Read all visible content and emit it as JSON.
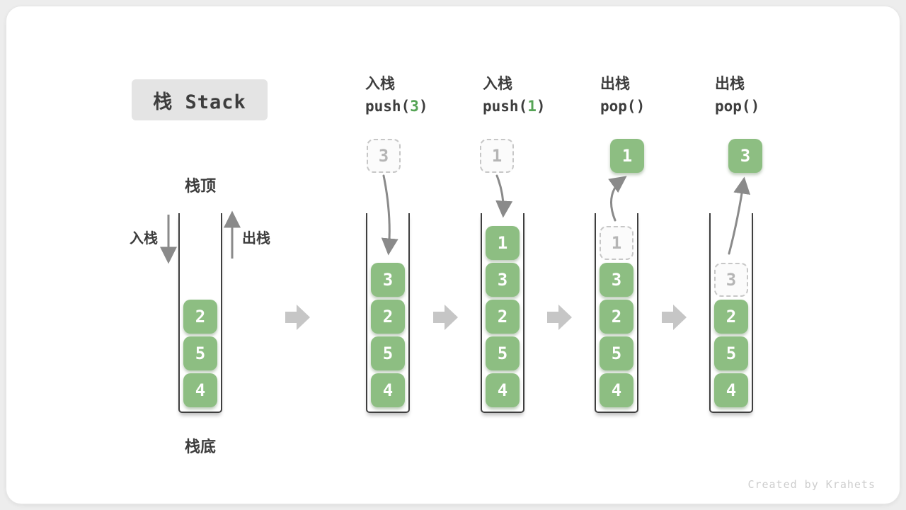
{
  "title": "栈 Stack",
  "labels": {
    "stack_top": "栈顶",
    "stack_bottom": "栈底",
    "push_side": "入栈",
    "pop_side": "出栈"
  },
  "operations": [
    {
      "name": "入栈",
      "code_pre": "push(",
      "code_arg": "3",
      "code_post": ")"
    },
    {
      "name": "入栈",
      "code_pre": "push(",
      "code_arg": "1",
      "code_post": ")"
    },
    {
      "name": "出栈",
      "code_pre": "pop()",
      "code_arg": "",
      "code_post": ""
    },
    {
      "name": "出栈",
      "code_pre": "pop()",
      "code_arg": "",
      "code_post": ""
    }
  ],
  "stacks": [
    {
      "name": "stack-initial",
      "float": null,
      "cells": [
        {
          "v": "2",
          "slot": 2,
          "dashed": false
        },
        {
          "v": "5",
          "slot": 3,
          "dashed": false
        },
        {
          "v": "4",
          "slot": 4,
          "dashed": false
        }
      ]
    },
    {
      "name": "stack-after-push-3",
      "float": {
        "v": "3",
        "dashed": true
      },
      "cells": [
        {
          "v": "3",
          "slot": 1,
          "dashed": false
        },
        {
          "v": "2",
          "slot": 2,
          "dashed": false
        },
        {
          "v": "5",
          "slot": 3,
          "dashed": false
        },
        {
          "v": "4",
          "slot": 4,
          "dashed": false
        }
      ]
    },
    {
      "name": "stack-after-push-1",
      "float": {
        "v": "1",
        "dashed": true
      },
      "cells": [
        {
          "v": "1",
          "slot": 0,
          "dashed": false
        },
        {
          "v": "3",
          "slot": 1,
          "dashed": false
        },
        {
          "v": "2",
          "slot": 2,
          "dashed": false
        },
        {
          "v": "5",
          "slot": 3,
          "dashed": false
        },
        {
          "v": "4",
          "slot": 4,
          "dashed": false
        }
      ]
    },
    {
      "name": "stack-after-pop-1",
      "float": {
        "v": "1",
        "dashed": false
      },
      "cells": [
        {
          "v": "1",
          "slot": 0,
          "dashed": true
        },
        {
          "v": "3",
          "slot": 1,
          "dashed": false
        },
        {
          "v": "2",
          "slot": 2,
          "dashed": false
        },
        {
          "v": "5",
          "slot": 3,
          "dashed": false
        },
        {
          "v": "4",
          "slot": 4,
          "dashed": false
        }
      ]
    },
    {
      "name": "stack-after-pop-3",
      "float": {
        "v": "3",
        "dashed": false
      },
      "cells": [
        {
          "v": "3",
          "slot": 1,
          "dashed": true
        },
        {
          "v": "2",
          "slot": 2,
          "dashed": false
        },
        {
          "v": "5",
          "slot": 3,
          "dashed": false
        },
        {
          "v": "4",
          "slot": 4,
          "dashed": false
        }
      ]
    }
  ],
  "footer": "Created by Krahets",
  "colors": {
    "cell_green": "#8dbe82",
    "arg_green": "#56a456",
    "arrow_gray": "#8a8a8a",
    "block_arrow_gray": "#c6c6c6",
    "ink": "#3d3d3d"
  }
}
